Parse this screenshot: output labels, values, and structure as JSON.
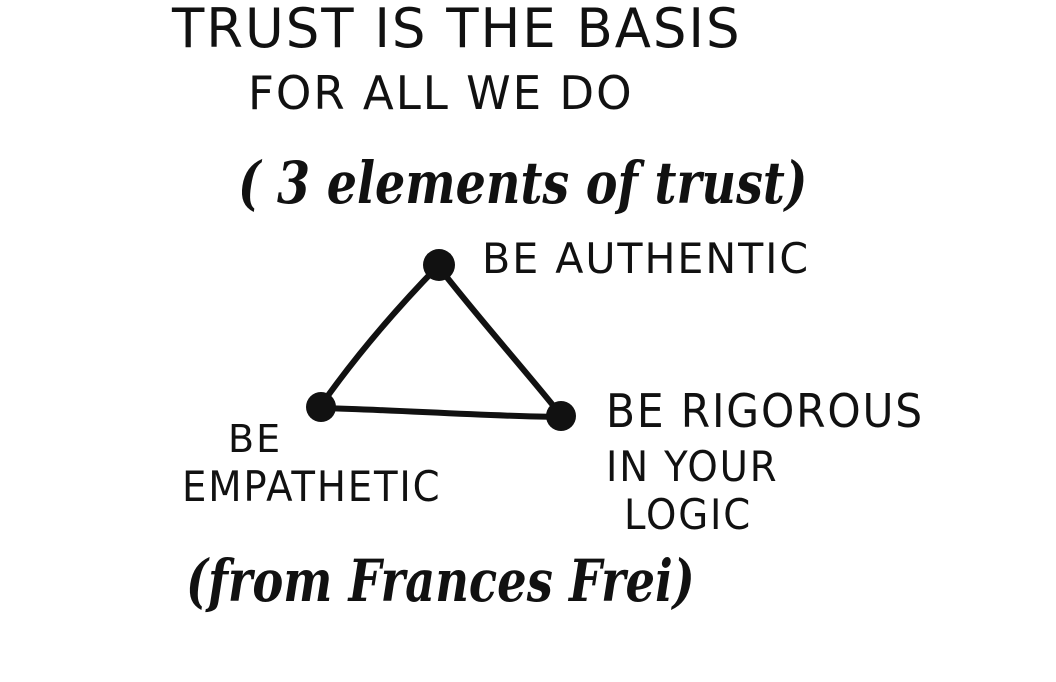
{
  "title": {
    "line1": "TRUST IS THE BASIS",
    "line2": "FOR ALL WE DO"
  },
  "subtitle": "( 3 elements of trust)",
  "triangle": {
    "top_label": "BE AUTHENTIC",
    "left_label": {
      "line1": "BE",
      "line2": "EMPATHETIC"
    },
    "right_label": {
      "line1": "BE RIGOROUS",
      "line2": "IN YOUR",
      "line3": "LOGIC"
    }
  },
  "credit": "(from Frances Frei)",
  "colors": {
    "ink": "#111111",
    "background": "#ffffff"
  }
}
